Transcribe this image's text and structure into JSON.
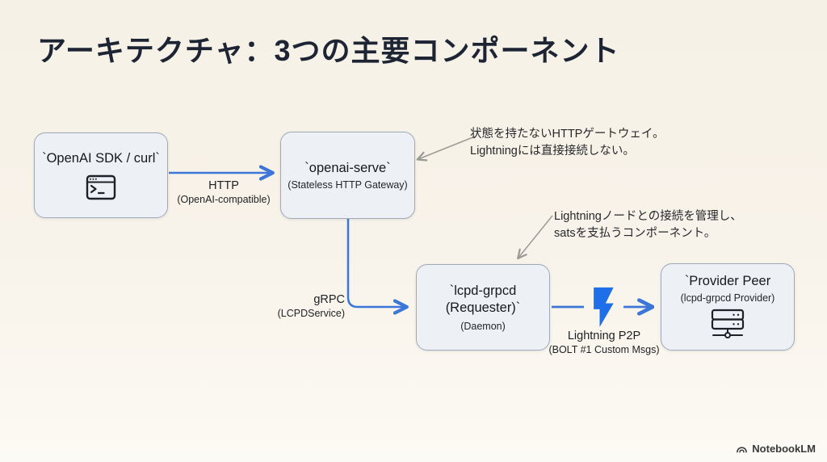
{
  "title": "アーキテクチャ：3つの主要コンポーネント",
  "nodes": {
    "client": {
      "title": "`OpenAI SDK / curl`"
    },
    "gateway": {
      "title": "`openai-serve`",
      "subtitle": "(Stateless HTTP Gateway)"
    },
    "requester": {
      "title": "`lcpd-grpcd\n(Requester)`",
      "subtitle": "(Daemon)"
    },
    "provider": {
      "title": "`Provider Peer",
      "subtitle": "(lcpd-grpcd Provider)"
    }
  },
  "edges": {
    "http": {
      "label": "HTTP",
      "sublabel": "(OpenAI-compatible)"
    },
    "grpc": {
      "label": "gRPC",
      "sublabel": "(LCPDService)"
    },
    "lightning": {
      "label": "Lightning P2P",
      "sublabel": "(BOLT #1 Custom Msgs)"
    }
  },
  "annotations": {
    "gateway": {
      "text": "状態を持たないHTTPゲートウェイ。\nLightningには直接接続しない。"
    },
    "requester": {
      "text": "Lightningノードとの接続を管理し、\nsatsを支払うコンポーネント。"
    }
  },
  "footer": {
    "brand": "NotebookLM"
  },
  "colors": {
    "background": "#f7f2e9",
    "node_fill": "#edf1f6",
    "node_border": "#9faab8",
    "arrow_blue": "#3b76d8",
    "bolt_blue": "#1f6fe8",
    "annotation_arrow_gray": "#9b9b95",
    "title_text": "#1d2433"
  }
}
